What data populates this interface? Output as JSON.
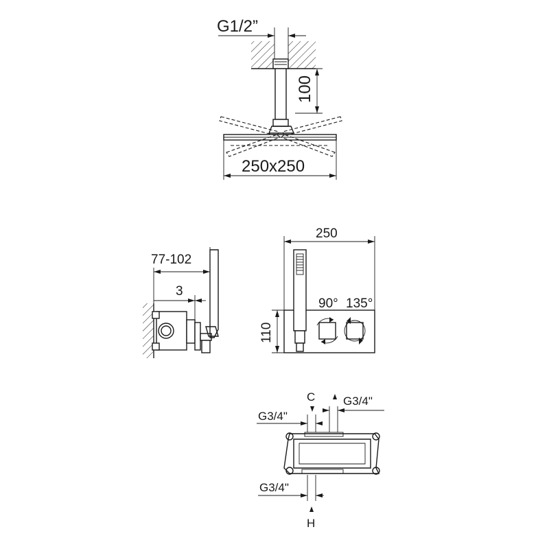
{
  "top_view": {
    "thread_label": "G1/2”",
    "height_label": "100",
    "size_label": "250x250"
  },
  "side_view": {
    "depth_label": "77-102",
    "offset_label": "3"
  },
  "front_view": {
    "width_label": "250",
    "height_label": "110",
    "angle_90_label": "90°",
    "angle_135_label": "135°"
  },
  "bottom_view": {
    "c_label": "C",
    "top_left_label": "G3/4\"",
    "top_right_label": "G3/4\"",
    "bottom_label": "G3/4\"",
    "h_label": "H"
  }
}
